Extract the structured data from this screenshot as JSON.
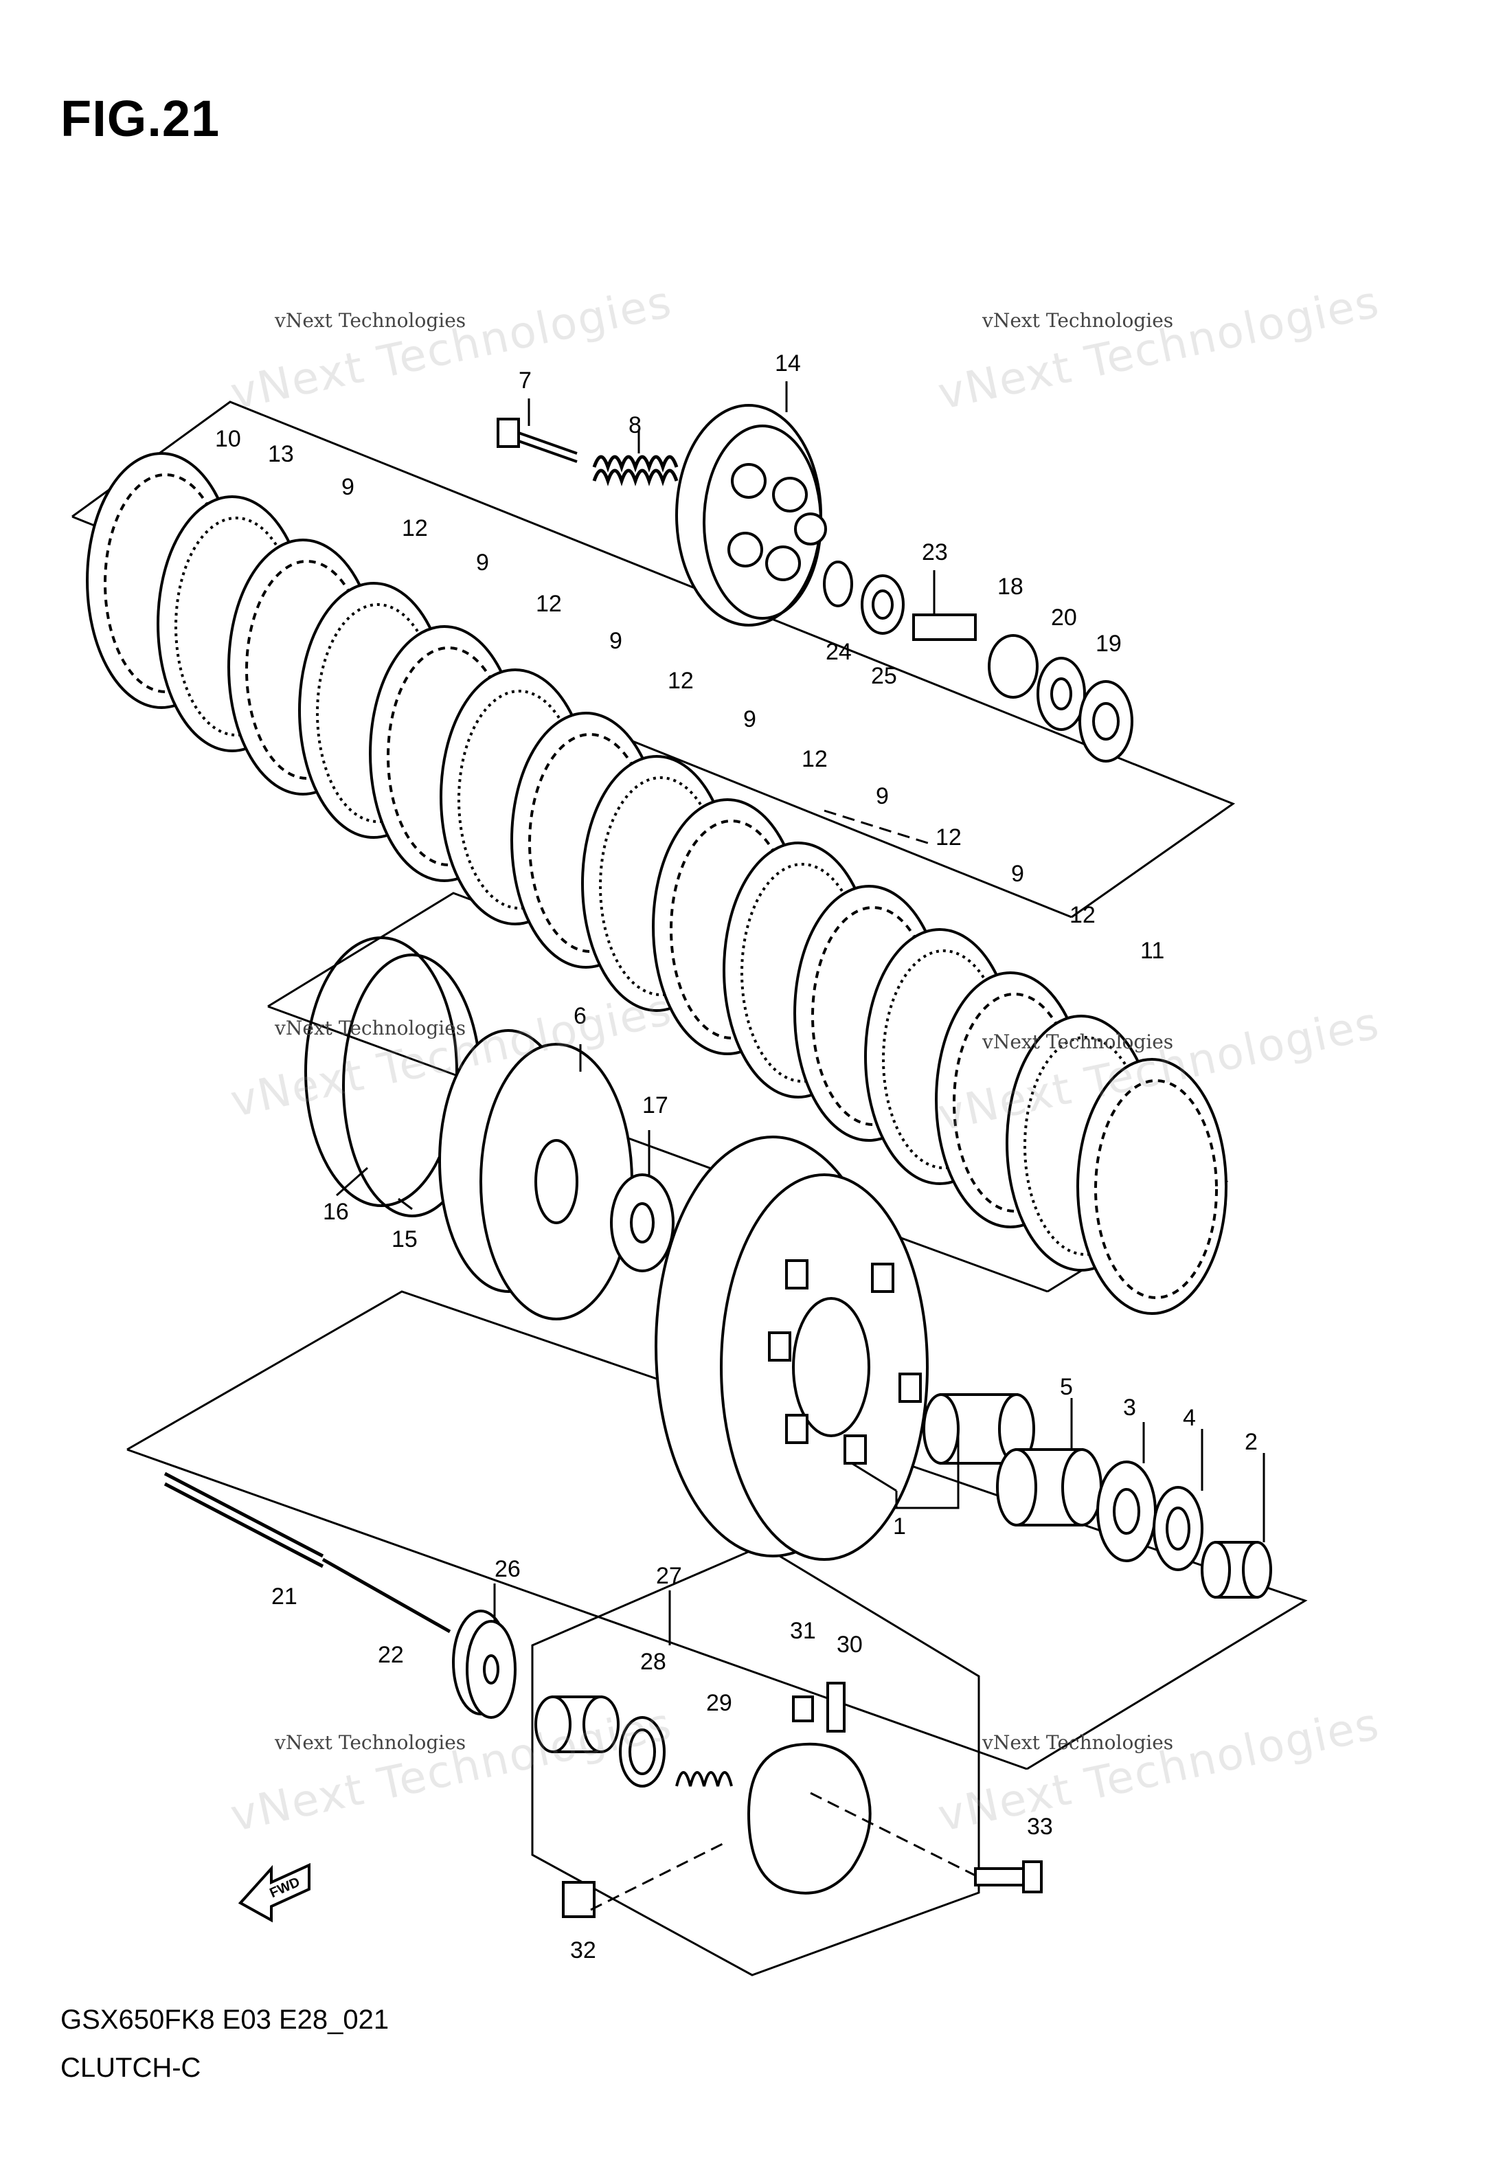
{
  "figure": {
    "title": "FIG.21",
    "model_code": "GSX650FK8 E03 E28_021",
    "section_name": "CLUTCH-C"
  },
  "watermark": {
    "line1": "vNext Technologies",
    "line2": "vNext Technologies"
  },
  "fwd_label": "FWD",
  "callouts": [
    "1",
    "2",
    "3",
    "4",
    "5",
    "6",
    "7",
    "8",
    "9",
    "10",
    "11",
    "12",
    "13",
    "14",
    "15",
    "16",
    "17",
    "18",
    "19",
    "20",
    "21",
    "22",
    "23",
    "24",
    "25",
    "26",
    "27",
    "28",
    "29",
    "30",
    "31",
    "32",
    "33"
  ]
}
